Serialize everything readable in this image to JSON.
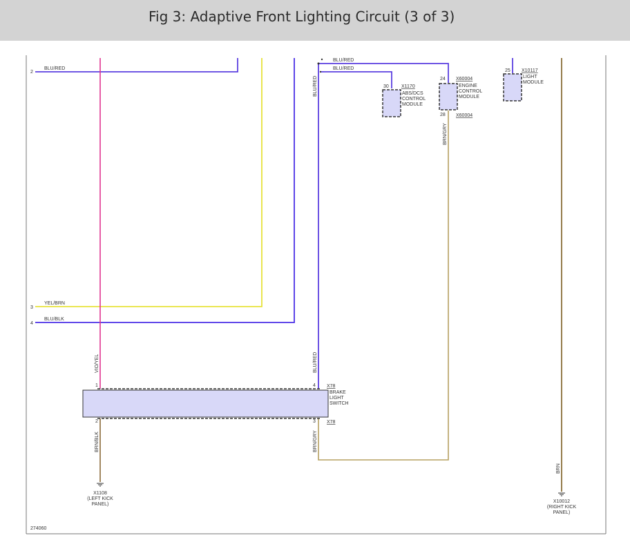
{
  "title": "Fig 3: Adaptive Front Lighting Circuit (3 of 3)",
  "figure_id": "274060",
  "colors": {
    "blu_red": "#5b3fe0",
    "blu_blk": "#4a2fe6",
    "yel_brn": "#e7e23a",
    "vio_yel": "#e0348f",
    "brn_blk": "#8a6a3a",
    "brn_gry": "#b6a060",
    "brn": "#7a5c1e",
    "component_fill": "#d8d8f8",
    "header_bg": "#d3d3d3"
  },
  "left_connectors": [
    {
      "pin": "2",
      "wire": "BLU/RED"
    },
    {
      "pin": "3",
      "wire": "YEL/BRN"
    },
    {
      "pin": "4",
      "wire": "BLU/BLK"
    }
  ],
  "top_wires": {
    "upper": "BLU/RED",
    "lower": "BLU/RED"
  },
  "vertical_labels": {
    "blu_red_top": "BLU/RED",
    "blu_red_bottom": "BLU/RED",
    "vio_yel": "VIO/YEL",
    "brn_blk": "BRN/BLK",
    "brn_gry_left": "BRN/GRY",
    "brn_gry_right": "BRN/GRY",
    "brn": "BRN"
  },
  "modules": {
    "abs": {
      "pin": "30",
      "connector": "X1170",
      "name": [
        "ABS/DCS",
        "CONTROL",
        "MODULE"
      ]
    },
    "ecm": {
      "pin_top": "24",
      "pin_bottom": "28",
      "connector_top": "X60004",
      "connector_bottom": "X60004",
      "name": [
        "ENGINE",
        "CONTROL",
        "MODULE"
      ]
    },
    "light": {
      "pin": "25",
      "connector": "X10117",
      "name": [
        "LIGHT",
        "MODULE"
      ]
    }
  },
  "brake_switch": {
    "pin_1": "1",
    "pin_4": "4",
    "pin_2": "2",
    "pin_3": "3",
    "connector_top": "X78",
    "connector_bottom": "X78",
    "name": [
      "BRAKE",
      "LIGHT",
      "SWITCH"
    ]
  },
  "grounds": {
    "left": {
      "id": "X1108",
      "loc": [
        "(LEFT KICK",
        "PANEL)"
      ]
    },
    "right": {
      "id": "X10012",
      "loc": [
        "(RIGHT KICK",
        "PANEL)"
      ]
    }
  }
}
